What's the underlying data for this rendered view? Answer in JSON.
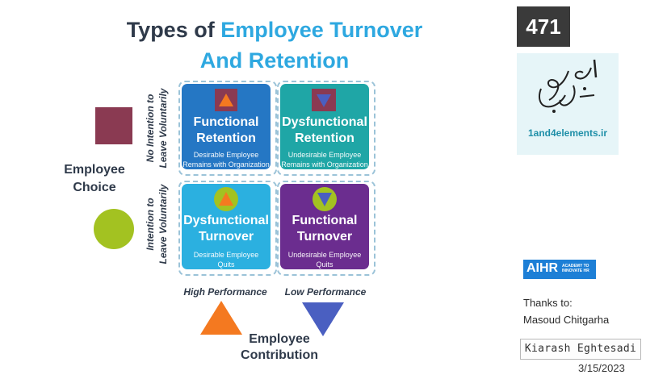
{
  "title": {
    "prefix": "Types of ",
    "highlight": "Employee Turnover",
    "line2": "And Retention"
  },
  "axes": {
    "employee_choice": [
      "Employee",
      "Choice"
    ],
    "employee_contribution": [
      "Employee",
      "Contribution"
    ],
    "row_top": [
      "No Intention to",
      "Leave Voluntarily"
    ],
    "row_bottom": [
      "Intention to",
      "Leave Voluntarily"
    ],
    "col_left": "High Performance",
    "col_right": "Low Performance"
  },
  "quadrants": [
    {
      "title": [
        "Functional",
        "Retention"
      ],
      "desc": [
        "Desirable Employee",
        "Remains with Organization"
      ],
      "color": "#2577c4"
    },
    {
      "title": [
        "Dysfunctional",
        "Retention"
      ],
      "desc": [
        "Undesirable Employee",
        "Remains with Organization"
      ],
      "color": "#1fa6a6"
    },
    {
      "title": [
        "Dysfunctional",
        "Turnover"
      ],
      "desc": [
        "Desirable Employee",
        "Quits"
      ],
      "color": "#2bb0e0"
    },
    {
      "title": [
        "Functional",
        "Turnover"
      ],
      "desc": [
        "Undesirable Employee",
        "Quits"
      ],
      "color": "#6b2d8f"
    }
  ],
  "colors": {
    "orange": "#f47920",
    "blue": "#4a5fc1",
    "maroon": "#8a3a52",
    "lime": "#a3c221"
  },
  "sidebar": {
    "number": "471",
    "site": "1and4elements.ir",
    "aihr": {
      "main": "AIHR",
      "sub": [
        "ACADEMY TO",
        "INNOVATE HR"
      ]
    },
    "thanks_label": "Thanks to:",
    "thanks_name": "Masoud Chitgarha",
    "author": "Kiarash Eghtesadi",
    "date": "3/15/2023"
  }
}
